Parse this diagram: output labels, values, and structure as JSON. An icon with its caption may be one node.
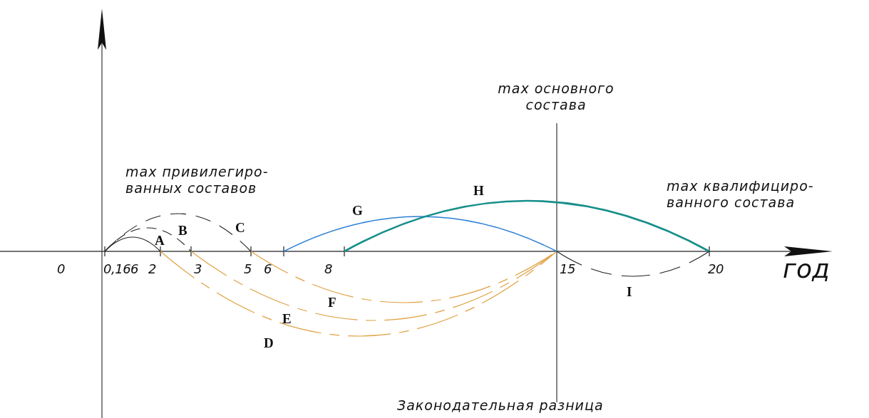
{
  "diagram": {
    "labels": [
      "max основного состава",
      "max привилегиро- ванных составов",
      "H",
      "max квалифициро- ванного состава",
      "G",
      "B",
      "C",
      "A",
      "0",
      "0,166",
      "2",
      "3",
      "5",
      "6",
      "8",
      "15",
      "20",
      "год",
      "F",
      "I",
      "E",
      "D",
      "Законодательная разница"
    ]
  }
}
